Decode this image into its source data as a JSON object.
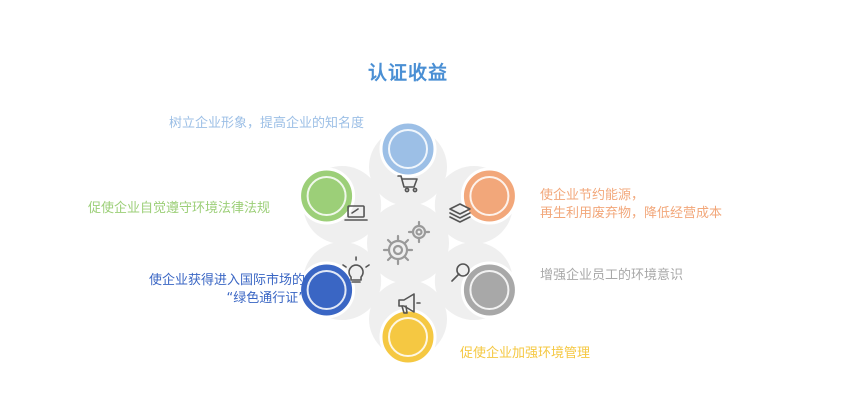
{
  "title": "认证收益",
  "benefits": [
    {
      "id": "reputation",
      "lines": [
        "树立企业形象，提高企业的知名度"
      ],
      "color": "#9cbfe6",
      "icon": "shopping-cart-icon"
    },
    {
      "id": "resource-saving",
      "lines": [
        "使企业节约能源，",
        "再生利用废弃物，降低经营成本"
      ],
      "color": "#f2a77a",
      "icon": "layers-stack-icon"
    },
    {
      "id": "environmental-awareness",
      "lines": [
        "增强企业员工的环境意识"
      ],
      "color": "#a8a8a8",
      "icon": "magnifier-icon"
    },
    {
      "id": "management",
      "lines": [
        "促使企业加强环境管理"
      ],
      "color": "#f5c842",
      "icon": "megaphone-icon"
    },
    {
      "id": "market-access",
      "lines": [
        "使企业获得进入国际市场的",
        "“绿色通行证”"
      ],
      "color": "#3a66c4",
      "icon": "lightbulb-icon"
    },
    {
      "id": "compliance",
      "lines": [
        "促使企业自觉遵守环境法律法规"
      ],
      "color": "#9ccf78",
      "icon": "laptop-icon"
    }
  ],
  "center_icon": "gears-icon"
}
